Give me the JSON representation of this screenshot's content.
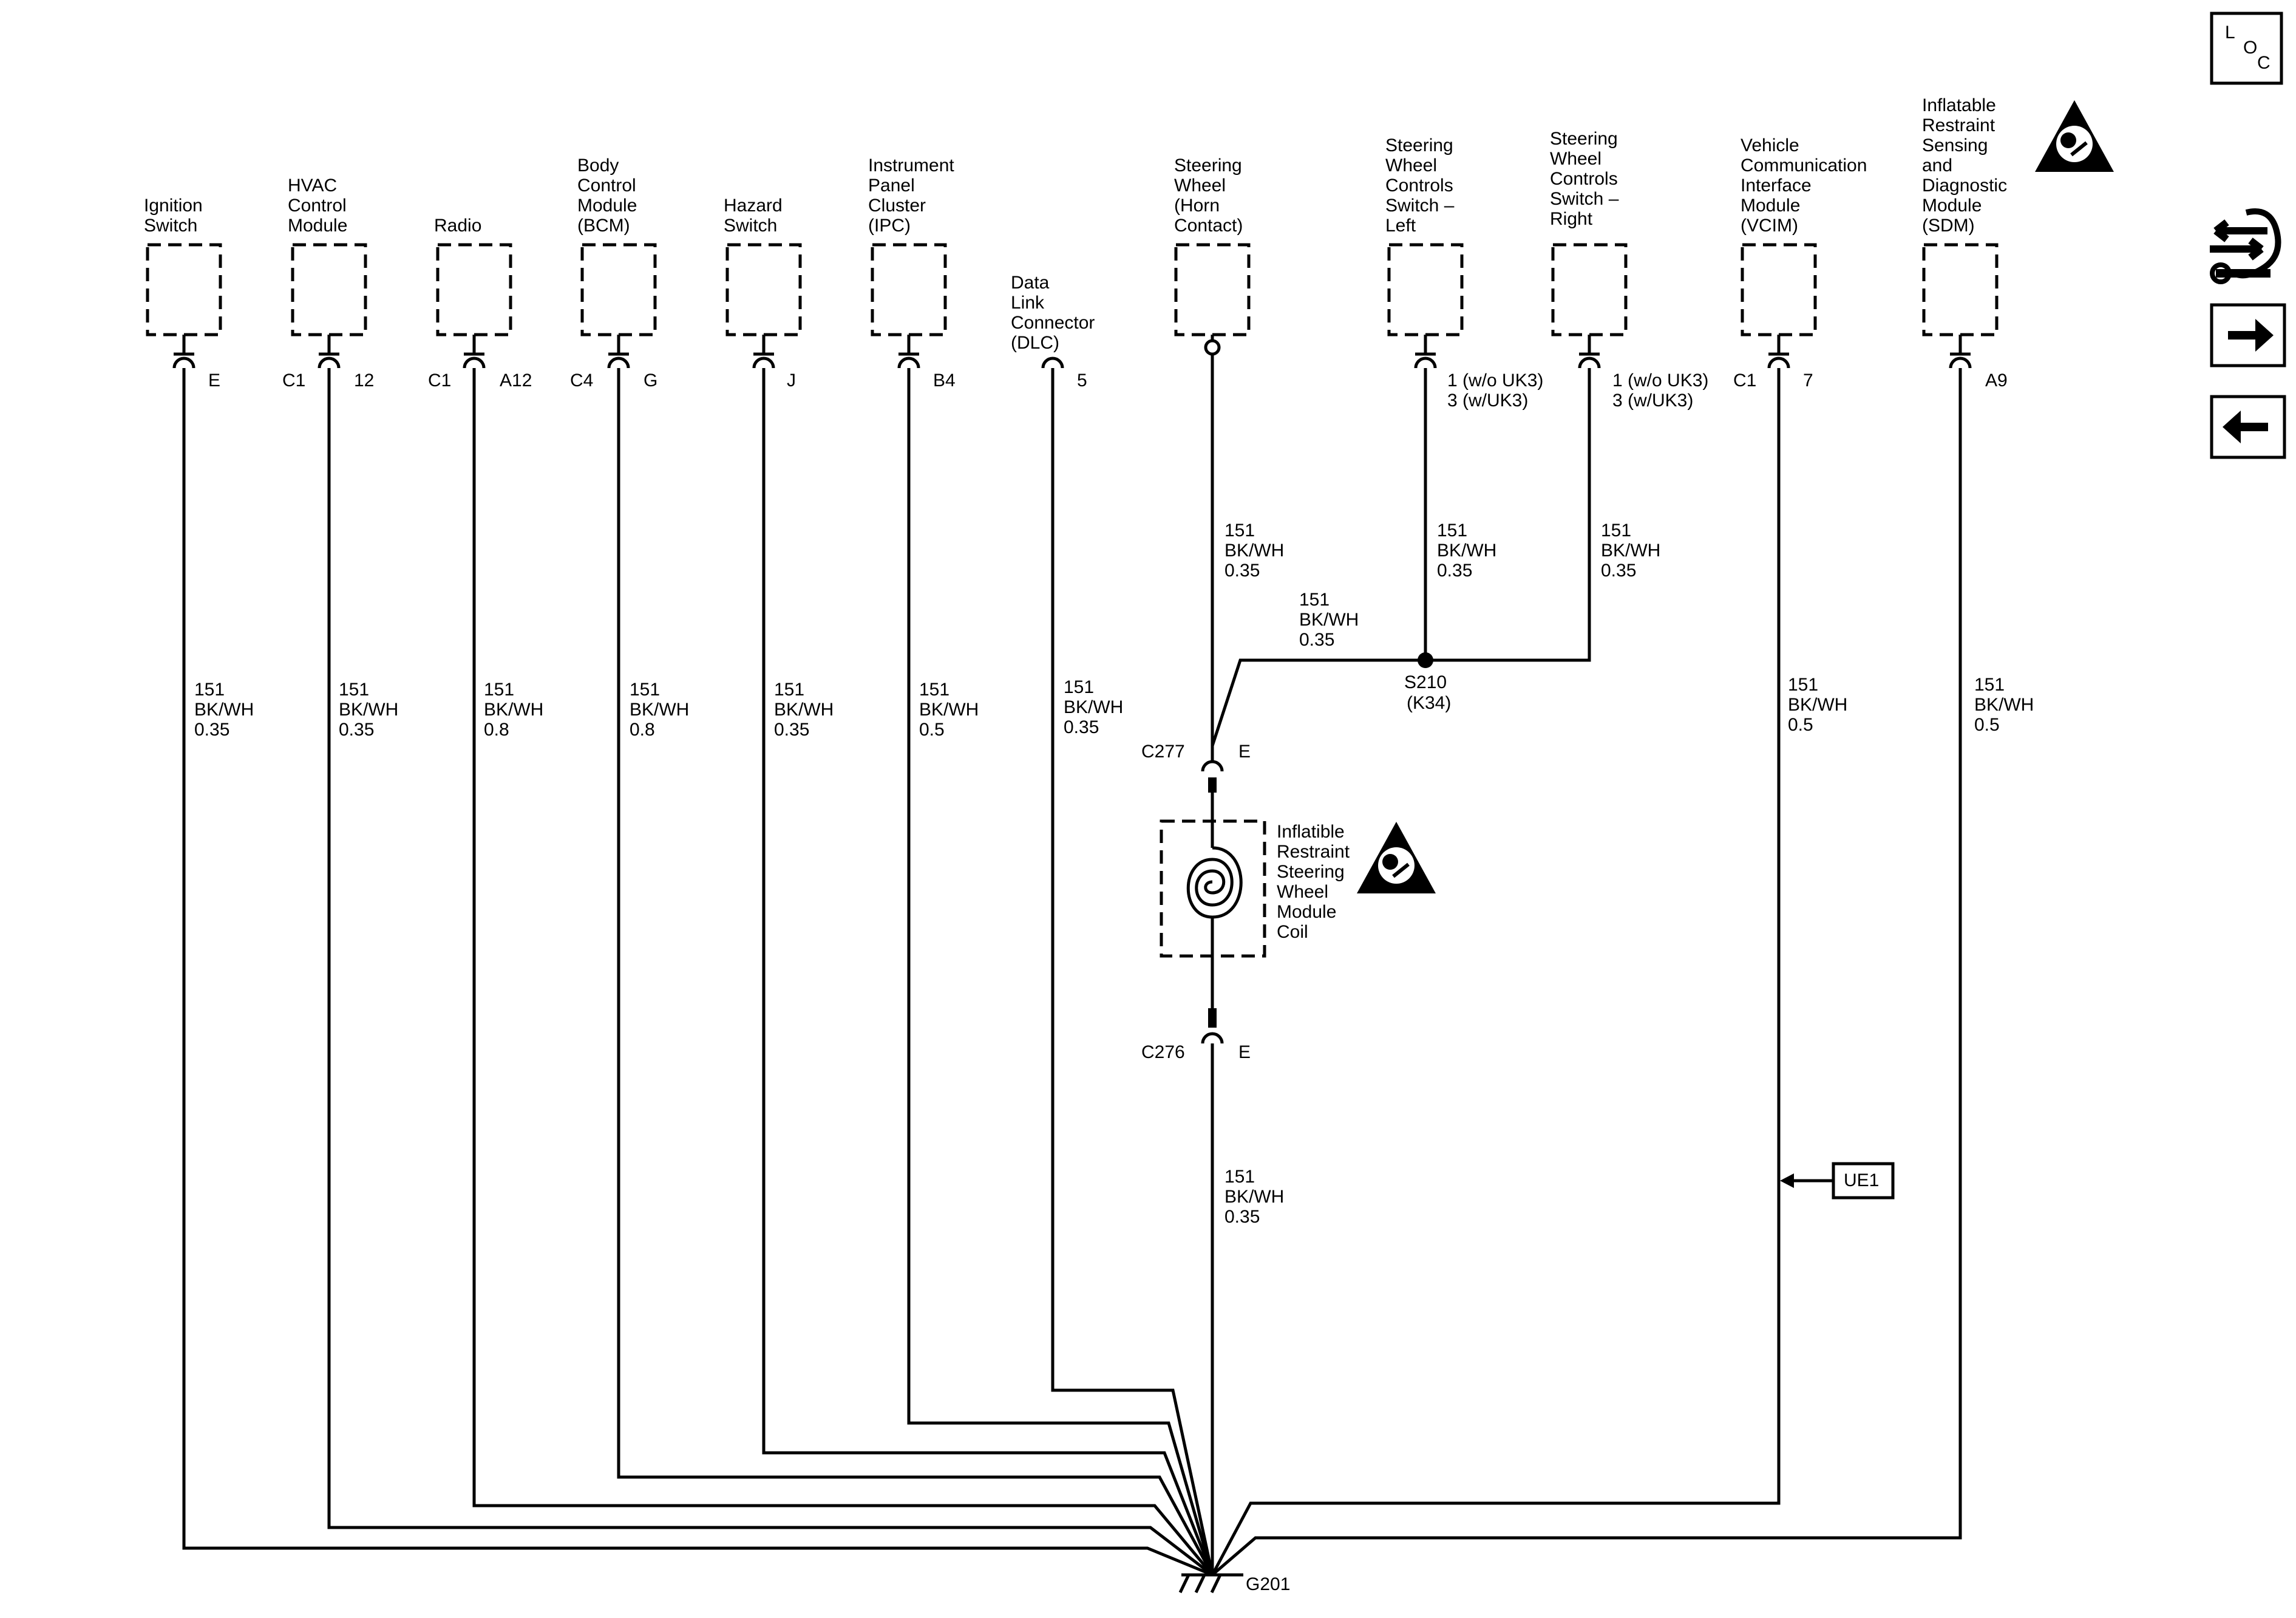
{
  "components": [
    {
      "id": "ignition",
      "name": [
        "Ignition",
        "Switch"
      ],
      "conn": "",
      "pin": "E",
      "wire": [
        "151",
        "BK/WH",
        "0.35"
      ]
    },
    {
      "id": "hvac",
      "name": [
        "HVAC",
        "Control",
        "Module"
      ],
      "conn": "C1",
      "pin": "12",
      "wire": [
        "151",
        "BK/WH",
        "0.35"
      ]
    },
    {
      "id": "radio",
      "name": [
        "Radio"
      ],
      "conn": "C1",
      "pin": "A12",
      "wire": [
        "151",
        "BK/WH",
        "0.8"
      ]
    },
    {
      "id": "bcm",
      "name": [
        "Body",
        "Control",
        "Module",
        "(BCM)"
      ],
      "conn": "C4",
      "pin": "G",
      "wire": [
        "151",
        "BK/WH",
        "0.8"
      ]
    },
    {
      "id": "hazard",
      "name": [
        "Hazard",
        "Switch"
      ],
      "conn": "",
      "pin": "J",
      "wire": [
        "151",
        "BK/WH",
        "0.35"
      ]
    },
    {
      "id": "ipc",
      "name": [
        "Instrument",
        "Panel",
        "Cluster",
        "(IPC)"
      ],
      "conn": "",
      "pin": "B4",
      "wire": [
        "151",
        "BK/WH",
        "0.5"
      ]
    },
    {
      "id": "dlc",
      "name": [
        "Data",
        "Link",
        "Connector",
        "(DLC)"
      ],
      "conn": "",
      "pin": "5",
      "wire": [
        "151",
        "BK/WH",
        "0.35"
      ]
    },
    {
      "id": "horn",
      "name": [
        "Steering",
        "Wheel",
        "(Horn",
        "Contact)"
      ],
      "conn": "",
      "pin": "",
      "wire": [
        "151",
        "BK/WH",
        "0.35"
      ]
    },
    {
      "id": "swc-left",
      "name": [
        "Steering",
        "Wheel",
        "Controls",
        "Switch –",
        "Left"
      ],
      "conn": "",
      "pin": [
        "1 (w/o UK3)",
        "3 (w/UK3)"
      ],
      "wire": [
        "151",
        "BK/WH",
        "0.35"
      ]
    },
    {
      "id": "swc-right",
      "name": [
        "Steering",
        "Wheel",
        "Controls",
        "Switch –",
        "Right"
      ],
      "conn": "",
      "pin": [
        "1 (w/o UK3)",
        "3 (w/UK3)"
      ],
      "wire": [
        "151",
        "BK/WH",
        "0.35"
      ]
    },
    {
      "id": "vcim",
      "name": [
        "Vehicle",
        "Communication",
        "Interface",
        "Module",
        "(VCIM)"
      ],
      "conn": "C1",
      "pin": "7",
      "wire": [
        "151",
        "BK/WH",
        "0.5"
      ]
    },
    {
      "id": "sdm",
      "name": [
        "Inflatable",
        "Restraint",
        "Sensing",
        "and",
        "Diagnostic",
        "Module",
        "(SDM)"
      ],
      "conn": "",
      "pin": "A9",
      "wire": [
        "151",
        "BK/WH",
        "0.5"
      ]
    }
  ],
  "splice": {
    "id": "S210",
    "option": "(K34)",
    "wire": [
      "151",
      "BK/WH",
      "0.35"
    ]
  },
  "coil": {
    "name": [
      "Inflatible",
      "Restraint",
      "Steering",
      "Wheel",
      "Module",
      "Coil"
    ]
  },
  "c277": {
    "conn": "C277",
    "pin": "E"
  },
  "c276": {
    "conn": "C276",
    "pin": "E"
  },
  "lower_wire": [
    "151",
    "BK/WH",
    "0.35"
  ],
  "ground": {
    "id": "G201"
  },
  "ue1_ref": "UE1",
  "loc_button": {
    "l": "L",
    "o": "O",
    "c": "C"
  },
  "nav": {
    "icons": [
      "component-view-icon",
      "next-arrow-icon",
      "previous-arrow-icon"
    ]
  },
  "colors": {
    "wire": "#000000",
    "background": "#ffffff"
  }
}
